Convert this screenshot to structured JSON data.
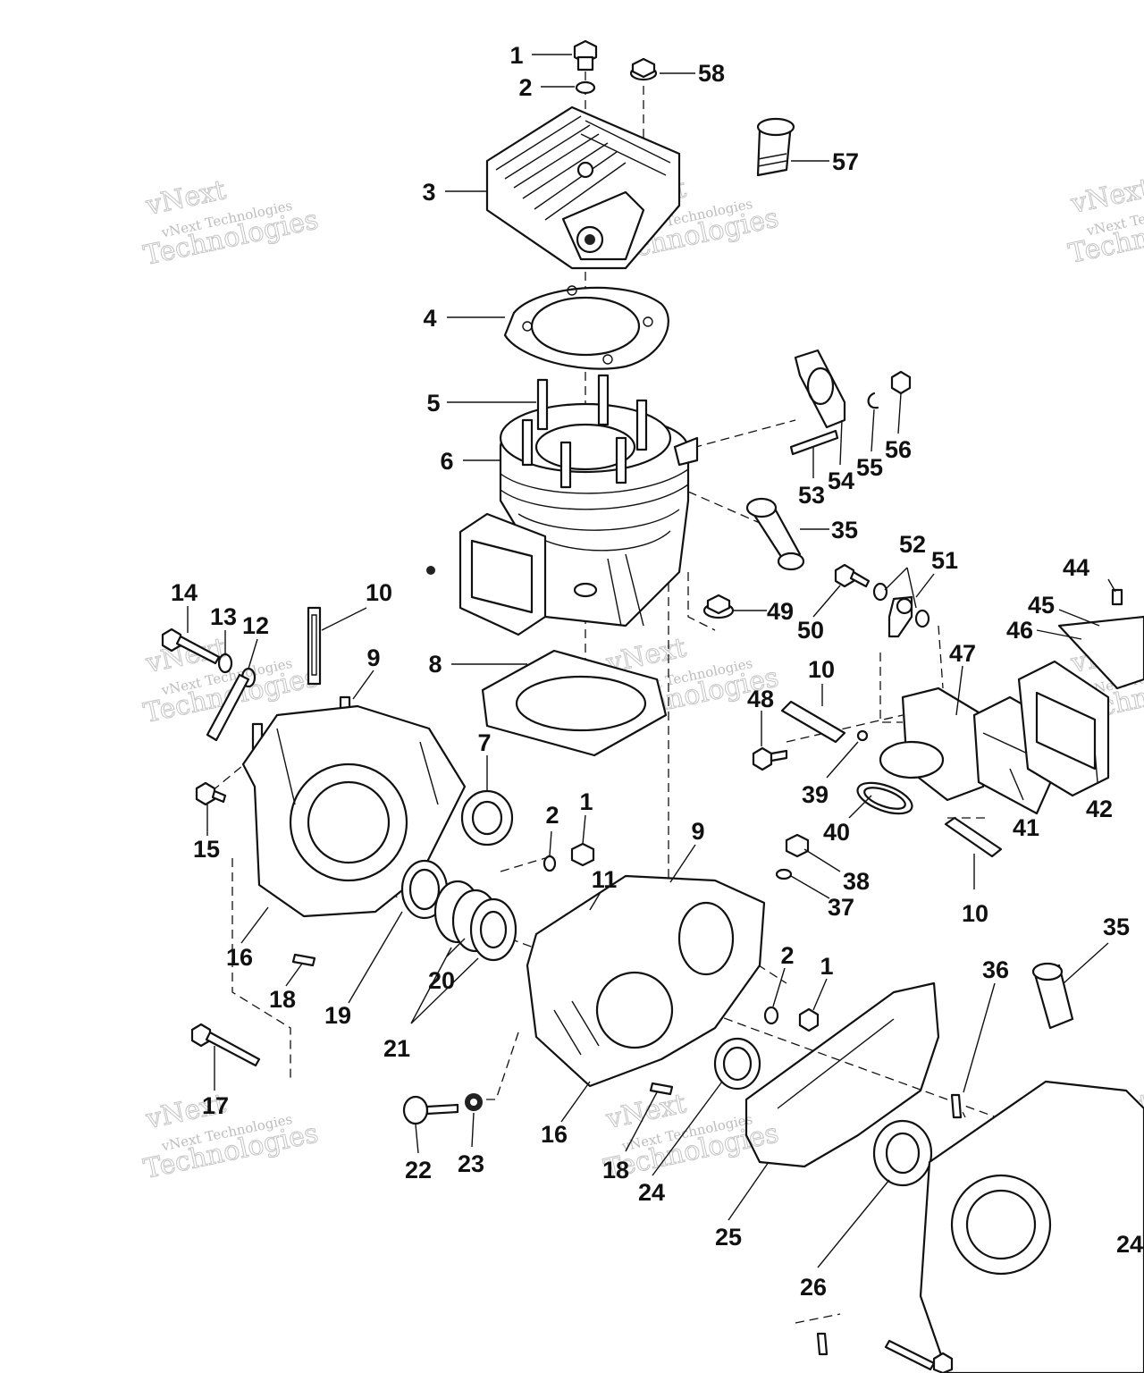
{
  "callouts": [
    {
      "id": "c1a",
      "text": "1"
    },
    {
      "id": "c2a",
      "text": "2"
    },
    {
      "id": "c3",
      "text": "3"
    },
    {
      "id": "c4",
      "text": "4"
    },
    {
      "id": "c5",
      "text": "5"
    },
    {
      "id": "c6",
      "text": "6"
    },
    {
      "id": "c7",
      "text": "7"
    },
    {
      "id": "c8",
      "text": "8"
    },
    {
      "id": "c9a",
      "text": "9"
    },
    {
      "id": "c10a",
      "text": "10"
    },
    {
      "id": "c12",
      "text": "12"
    },
    {
      "id": "c13",
      "text": "13"
    },
    {
      "id": "c14",
      "text": "14"
    },
    {
      "id": "c15",
      "text": "15"
    },
    {
      "id": "c16a",
      "text": "16"
    },
    {
      "id": "c17",
      "text": "17"
    },
    {
      "id": "c18a",
      "text": "18"
    },
    {
      "id": "c19",
      "text": "19"
    },
    {
      "id": "c20",
      "text": "20"
    },
    {
      "id": "c21",
      "text": "21"
    },
    {
      "id": "c22",
      "text": "22"
    },
    {
      "id": "c23",
      "text": "23"
    },
    {
      "id": "c2b",
      "text": "2"
    },
    {
      "id": "c1b",
      "text": "1"
    },
    {
      "id": "c9b",
      "text": "9"
    },
    {
      "id": "c11",
      "text": "11"
    },
    {
      "id": "c16b",
      "text": "16"
    },
    {
      "id": "c18b",
      "text": "18"
    },
    {
      "id": "c24a",
      "text": "24"
    },
    {
      "id": "c25",
      "text": "25"
    },
    {
      "id": "c2c",
      "text": "2"
    },
    {
      "id": "c1c",
      "text": "1"
    },
    {
      "id": "c26",
      "text": "26"
    },
    {
      "id": "c36",
      "text": "36"
    },
    {
      "id": "c35b",
      "text": "35"
    },
    {
      "id": "c24b",
      "text": "24"
    },
    {
      "id": "c58",
      "text": "58"
    },
    {
      "id": "c57",
      "text": "57"
    },
    {
      "id": "c53",
      "text": "53"
    },
    {
      "id": "c54",
      "text": "54"
    },
    {
      "id": "c55",
      "text": "55"
    },
    {
      "id": "c56",
      "text": "56"
    },
    {
      "id": "c35a",
      "text": "35"
    },
    {
      "id": "c49",
      "text": "49"
    },
    {
      "id": "c50",
      "text": "50"
    },
    {
      "id": "c52",
      "text": "52"
    },
    {
      "id": "c51",
      "text": "51"
    },
    {
      "id": "c44",
      "text": "44"
    },
    {
      "id": "c45",
      "text": "45"
    },
    {
      "id": "c46",
      "text": "46"
    },
    {
      "id": "c47",
      "text": "47"
    },
    {
      "id": "c10b",
      "text": "10"
    },
    {
      "id": "c48",
      "text": "48"
    },
    {
      "id": "c39",
      "text": "39"
    },
    {
      "id": "c40",
      "text": "40"
    },
    {
      "id": "c41",
      "text": "41"
    },
    {
      "id": "c42",
      "text": "42"
    },
    {
      "id": "c38",
      "text": "38"
    },
    {
      "id": "c37",
      "text": "37"
    },
    {
      "id": "c10c",
      "text": "10"
    }
  ],
  "watermark": {
    "line1": "vNext Technologies",
    "line2": "vNext",
    "line3": "Technologies"
  },
  "colors": {
    "ink": "#111111",
    "watermark": "#bdbdbd",
    "background": "#ffffff"
  }
}
